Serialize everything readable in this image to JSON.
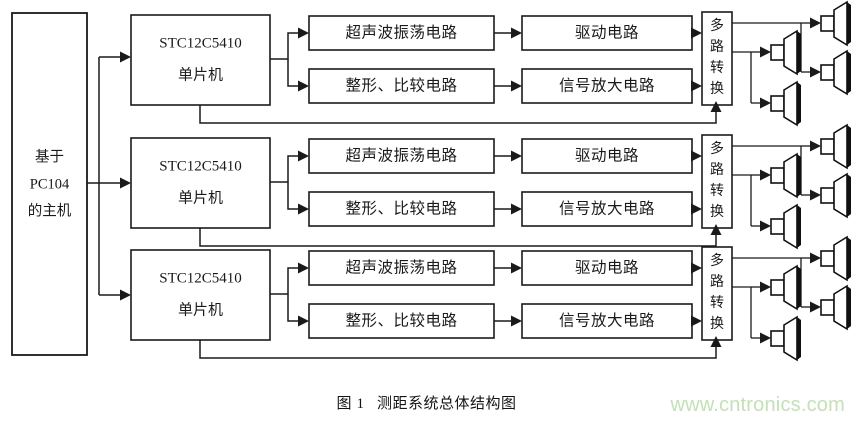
{
  "figure": {
    "caption_prefix": "图",
    "caption_number": "1",
    "caption_title": "测距系统总体结构图",
    "watermark": "www.cntronics.com",
    "background_color": "#ffffff",
    "line_color": "#1a1a1a",
    "watermark_color": "#c3e0b7"
  },
  "host": {
    "label_lines": [
      "基于",
      "PC104",
      "的主机"
    ]
  },
  "channels": [
    {
      "index": 1,
      "mcu_lines": [
        "STC12C5410",
        "单片机"
      ],
      "transmit_chain": [
        "超声波振荡电路",
        "驱动电路"
      ],
      "receive_chain": [
        "整形、比较电路",
        "信号放大电路"
      ],
      "mux_label": "多路转换",
      "mux_chars": [
        "多",
        "路",
        "转",
        "换"
      ],
      "transducer_count": 4
    },
    {
      "index": 2,
      "mcu_lines": [
        "STC12C5410",
        "单片机"
      ],
      "transmit_chain": [
        "超声波振荡电路",
        "驱动电路"
      ],
      "receive_chain": [
        "整形、比较电路",
        "信号放大电路"
      ],
      "mux_label": "多路转换",
      "mux_chars": [
        "多",
        "路",
        "转",
        "换"
      ],
      "transducer_count": 4
    },
    {
      "index": 3,
      "mcu_lines": [
        "STC12C5410",
        "单片机"
      ],
      "transmit_chain": [
        "超声波振荡电路",
        "驱动电路"
      ],
      "receive_chain": [
        "整形、比较电路",
        "信号放大电路"
      ],
      "mux_label": "多路转换",
      "mux_chars": [
        "多",
        "路",
        "转",
        "换"
      ],
      "transducer_count": 4
    }
  ],
  "icons": {
    "transducer": "speaker-icon",
    "flow_arrow": "arrow-right-icon"
  }
}
